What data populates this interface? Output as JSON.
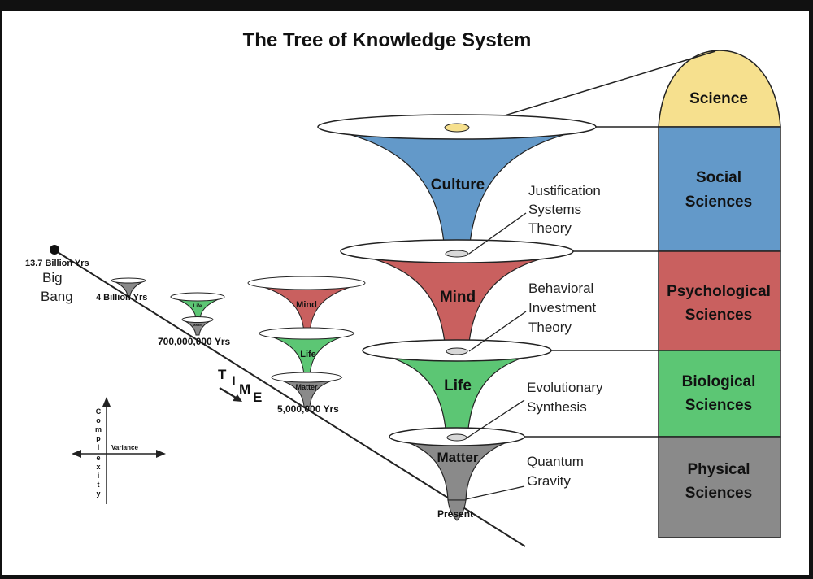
{
  "title": "The Tree of Knowledge System",
  "levels": {
    "culture": "Culture",
    "mind": "Mind",
    "life": "Life",
    "matter": "Matter"
  },
  "theories": {
    "jst": [
      "Justification",
      "Systems",
      "Theory"
    ],
    "bit": [
      "Behavioral",
      "Investment",
      "Theory"
    ],
    "evo": [
      "Evolutionary",
      "Synthesis"
    ],
    "qg": [
      "Quantum",
      "Gravity"
    ]
  },
  "sciences": {
    "science": "Science",
    "social": [
      "Social",
      "Sciences"
    ],
    "psych": [
      "Psychological",
      "Sciences"
    ],
    "bio": [
      "Biological",
      "Sciences"
    ],
    "phys": [
      "Physical",
      "Sciences"
    ]
  },
  "timeline": {
    "big_bang_years": "13.7 Billion Yrs",
    "big_bang": [
      "Big",
      "Bang"
    ],
    "four_billion": "4 Billion Yrs",
    "seven_hundred_million": "700,000,000 Yrs",
    "five_million": "5,000,000 Yrs",
    "present": "Present",
    "time_letters": [
      "T",
      "I",
      "M",
      "E"
    ]
  },
  "small_cones": {
    "mind": "Mind",
    "life": "Life",
    "matter": "Matter",
    "tiny_life": "Life",
    "tiny_matter": "Matter"
  },
  "axes": {
    "vertical": [
      "C",
      "o",
      "m",
      "p",
      "l",
      "e",
      "x",
      "i",
      "t",
      "y"
    ],
    "horizontal": "Variance"
  },
  "colors": {
    "culture": "#6399c9",
    "mind": "#c9605f",
    "life": "#5cc674",
    "matter": "#8a8a8a",
    "science": "#f6e08e"
  }
}
